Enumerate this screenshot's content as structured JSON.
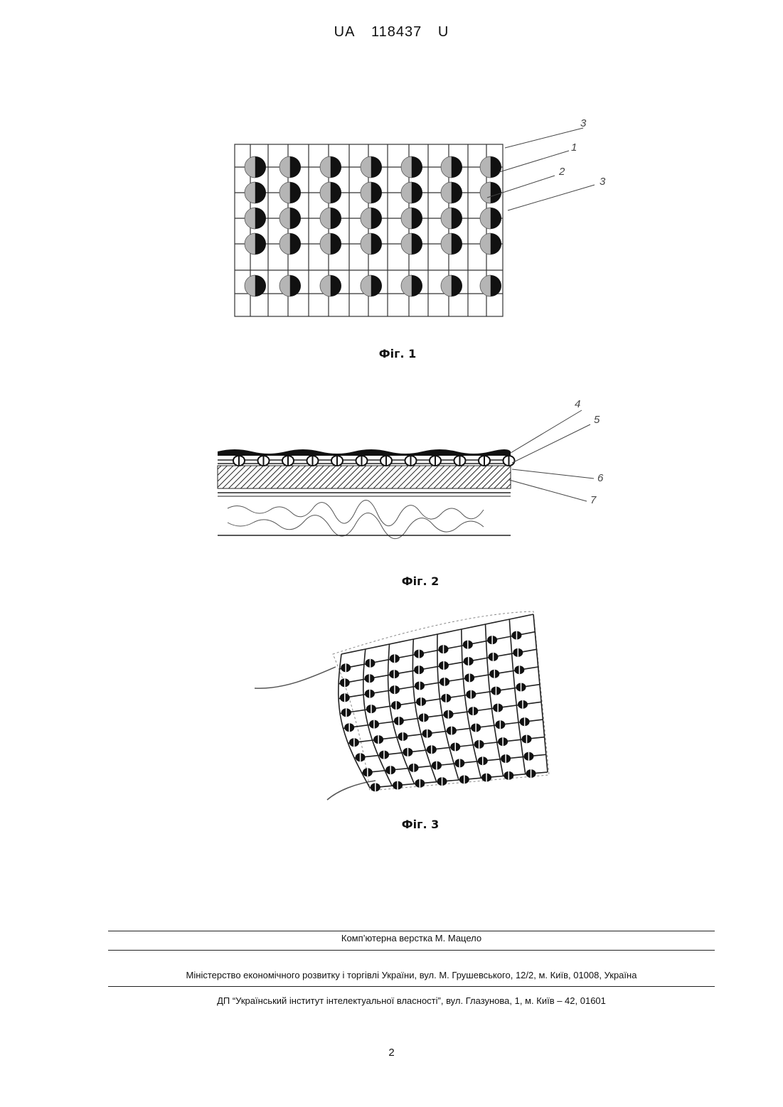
{
  "header": {
    "country": "UA",
    "number": "118437",
    "kind": "U"
  },
  "figures": [
    {
      "caption": "Фіг. 1",
      "labels": [
        "3",
        "1",
        "2",
        "3"
      ]
    },
    {
      "caption": "Фіг. 2",
      "labels": [
        "4",
        "5",
        "6",
        "7"
      ]
    },
    {
      "caption": "Фіг. 3"
    }
  ],
  "footer": {
    "layout_credit": "Комп’ютерна верстка М. Мацело",
    "ministry": "Міністерство економічного розвитку і торгівлі України, вул. М. Грушевського, 12/2, м. Київ, 01008, Україна",
    "institute": "ДП “Український інститут інтелектуальної власності”, вул. Глазунова, 1, м. Київ – 42, 01601"
  },
  "page_number": "2"
}
